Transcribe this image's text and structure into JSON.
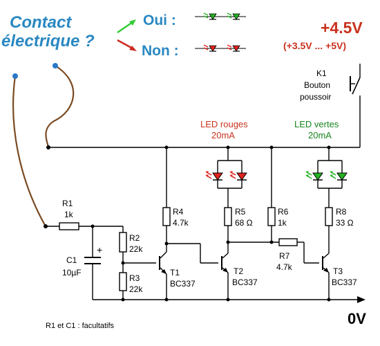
{
  "header": {
    "question_line1": "Contact",
    "question_line2": "électrique ?",
    "oui": "Oui :",
    "non": "Non :"
  },
  "supply": {
    "voltage": "+4.5V",
    "range": "(+3.5V ... +5V)",
    "ground": "0V"
  },
  "switch": {
    "ref": "K1",
    "line1": "Bouton",
    "line2": "poussoir"
  },
  "leds": {
    "red_title": "LED rouges",
    "red_current": "20mA",
    "green_title": "LED vertes",
    "green_current": "20mA"
  },
  "components": {
    "r1": "R1",
    "r1_val": "1k",
    "r2": "R2",
    "r2_val": "22k",
    "r3": "R3",
    "r3_val": "22k",
    "r4": "R4",
    "r4_val": "4.7k",
    "r5": "R5",
    "r5_val": "68 Ω",
    "r6": "R6",
    "r6_val": "1k",
    "r7": "R7",
    "r7_val": "4.7k",
    "r8": "R8",
    "r8_val": "33 Ω",
    "c1": "C1",
    "c1_val": "10µF",
    "c1_plus": "+",
    "t1": "T1",
    "t1_type": "BC337",
    "t2": "T2",
    "t2_type": "BC337",
    "t3": "T3",
    "t3_type": "BC337"
  },
  "footnote": "R1 et C1 : facultatifs",
  "colors": {
    "title_blue": "#2a88c2",
    "supply_red": "#c8321e",
    "green_label": "#17841c",
    "led_red": "#e0221c",
    "led_green": "#22b322",
    "arrow_green": "#33cc33",
    "arrow_red": "#cc2a22",
    "probe_wire": "#7a4a22",
    "probe_tip": "#2a78c8"
  }
}
